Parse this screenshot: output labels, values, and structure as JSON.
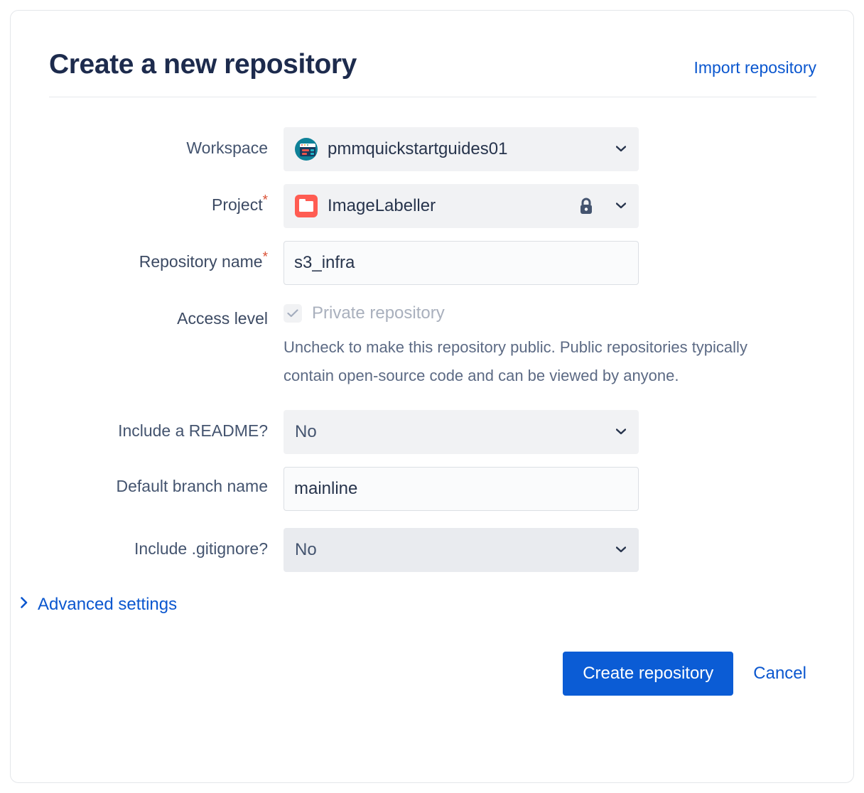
{
  "header": {
    "title": "Create a new repository",
    "import_link": "Import repository"
  },
  "form": {
    "workspace": {
      "label": "Workspace",
      "value": "pmmquickstartguides01",
      "avatar_icon": "workspace-avatar-icon",
      "chevron_icon": "chevron-down-icon"
    },
    "project": {
      "label": "Project",
      "required_marker": "*",
      "value": "ImageLabeller",
      "project_icon": "project-folder-icon",
      "lock_icon": "lock-icon",
      "chevron_icon": "chevron-down-icon"
    },
    "repository_name": {
      "label": "Repository name",
      "required_marker": "*",
      "value": "s3_infra",
      "placeholder": ""
    },
    "access_level": {
      "label": "Access level",
      "checkbox_label": "Private repository",
      "checked": true,
      "disabled": true,
      "check_icon": "check-icon",
      "help_text": "Uncheck to make this repository public. Public repositories typically contain open-source code and can be viewed by anyone."
    },
    "include_readme": {
      "label": "Include a README?",
      "value": "No",
      "chevron_icon": "chevron-down-icon"
    },
    "default_branch_name": {
      "label": "Default branch name",
      "value": "mainline",
      "placeholder": ""
    },
    "include_gitignore": {
      "label": "Include .gitignore?",
      "value": "No",
      "chevron_icon": "chevron-down-icon"
    },
    "advanced_settings": {
      "label": "Advanced settings",
      "chevron_icon": "chevron-right-icon",
      "expanded": false
    }
  },
  "actions": {
    "submit_label": "Create repository",
    "cancel_label": "Cancel"
  },
  "colors": {
    "primary_blue": "#0b5cd5",
    "link_blue": "#0b57cf",
    "title_navy": "#1d2b4d",
    "label_grey": "#44546f",
    "field_bg": "#f1f2f4",
    "input_bg": "#fafbfc",
    "input_border": "#dcdfe4",
    "project_icon_red": "#ff5c52",
    "workspace_avatar_teal": "#0e8198",
    "required_red": "#d94f33",
    "disabled_text": "#a9b0bd"
  }
}
